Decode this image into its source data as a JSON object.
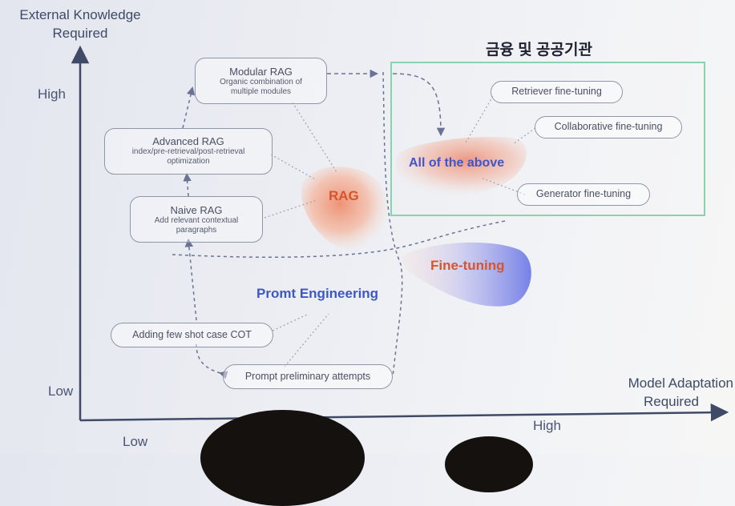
{
  "axes": {
    "y_title": [
      "External Knowledge",
      "Required"
    ],
    "x_title": [
      "Model Adaptation",
      "Required"
    ],
    "y_high": "High",
    "y_low": "Low",
    "x_low": "Low",
    "x_high": "High"
  },
  "korean_title": "금융 및 공공기관",
  "rag_stages": [
    {
      "title": "Modular RAG",
      "desc": [
        "Organic combination of",
        "multiple modules"
      ]
    },
    {
      "title": "Advanced RAG",
      "desc": [
        "index/pre-retrieval/post-retrieval",
        "optimization"
      ]
    },
    {
      "title": "Naive RAG",
      "desc": [
        "Add relevant contextual",
        "paragraphs"
      ]
    }
  ],
  "prompt_items": [
    "Adding few shot case COT",
    "Prompt preliminary attempts"
  ],
  "fine_tuning_items": [
    "Retriever fine-tuning",
    "Collaborative fine-tuning",
    "Generator fine-tuning"
  ],
  "regions": {
    "rag": "RAG",
    "fine_tuning": "Fine-tuning",
    "prompt": "Promt Engineering",
    "combined": "All of the above"
  },
  "colors": {
    "rag_blob": "#f2a98c",
    "fine_tuning_blob": "#8a94ea",
    "green_frame": "#86d3ad",
    "accent_text": "#3f56c8",
    "rag_text": "#d6552c"
  }
}
